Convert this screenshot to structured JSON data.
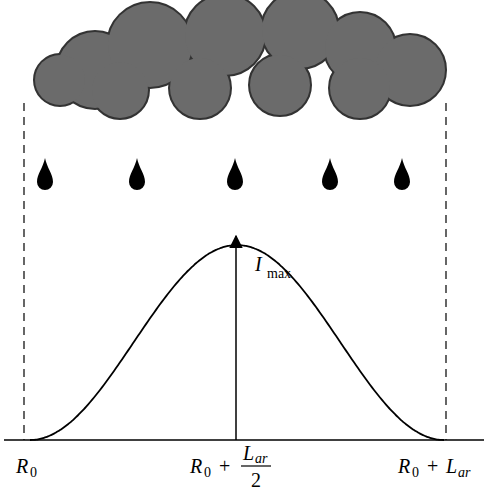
{
  "diagram": {
    "labels": [
      "I",
      "max",
      "R",
      "0",
      "R",
      "0",
      "+",
      "L",
      "ar",
      "2",
      "R",
      "0",
      "+",
      "L",
      "ar"
    ]
  }
}
